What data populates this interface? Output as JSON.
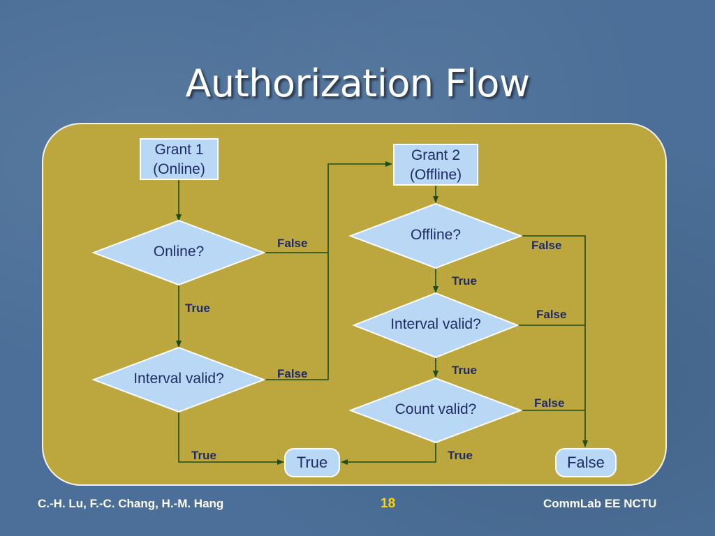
{
  "slide": {
    "title": "Authorization Flow",
    "colors": {
      "background": "#4b6f98",
      "panel": "#bba73d",
      "node_fill": "#b8d8f6",
      "node_text": "#1f2a66",
      "connector": "#1a4d1a",
      "page_number": "#ffd700"
    }
  },
  "diagram": {
    "grant1": {
      "line1": "Grant 1",
      "line2": "(Online)"
    },
    "grant2": {
      "line1": "Grant 2",
      "line2": "(Offline)"
    },
    "decisions": {
      "online": "Online?",
      "interval_left": "Interval valid?",
      "offline": "Offline?",
      "interval_right": "Interval valid?",
      "count": "Count valid?"
    },
    "terminals": {
      "true": "True",
      "false": "False"
    },
    "edge_labels": {
      "online_false": "False",
      "online_true": "True",
      "interval_left_false": "False",
      "interval_left_true": "True",
      "offline_false": "False",
      "offline_true": "True",
      "interval_right_false": "False",
      "interval_right_true": "True",
      "count_false": "False",
      "count_true": "True"
    }
  },
  "footer": {
    "authors": "C.-H. Lu, F.-C. Chang, H.-M. Hang",
    "page": "18",
    "org": "CommLab EE NCTU"
  }
}
